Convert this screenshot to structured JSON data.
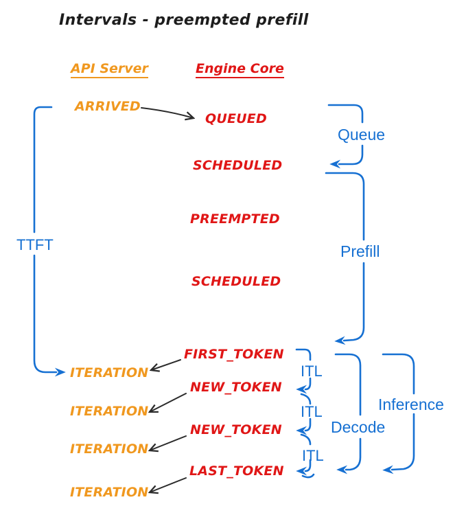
{
  "title": "Intervals - preempted prefill",
  "columns": {
    "api_server": "API Server",
    "engine_core": "Engine Core"
  },
  "events": {
    "arrived": "ARRIVED",
    "queued": "QUEUED",
    "scheduled1": "SCHEDULED",
    "preempted": "PREEMPTED",
    "scheduled2": "SCHEDULED",
    "first_token": "FIRST_TOKEN",
    "new_token1": "NEW_TOKEN",
    "new_token2": "NEW_TOKEN",
    "last_token": "LAST_TOKEN",
    "iteration1": "ITERATION",
    "iteration2": "ITERATION",
    "iteration3": "ITERATION",
    "iteration4": "ITERATION"
  },
  "intervals": {
    "ttft": "TTFT",
    "queue": "Queue",
    "prefill": "Prefill",
    "itl1": "ITL",
    "itl2": "ITL",
    "itl3": "ITL",
    "decode": "Decode",
    "inference": "Inference"
  },
  "colors": {
    "api": "#F0981F",
    "engine": "#E01616",
    "interval": "#1670D2",
    "arrow": "#2b2b2b",
    "title": "#1d1d1d",
    "background": "#ffffff"
  }
}
